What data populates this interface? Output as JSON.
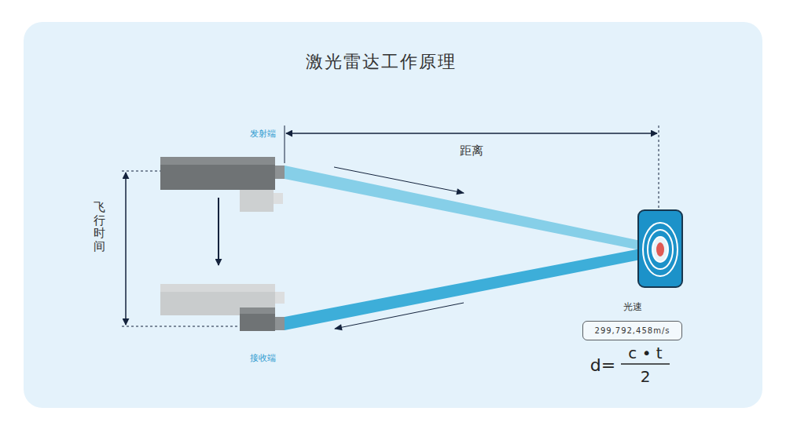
{
  "diagram": {
    "title": "激光雷达工作原理",
    "nodes": [
      {
        "text": [
          "光速",
          "299,792,458m/s"
        ]
      }
    ],
    "labels": [
      "发射端",
      "距离",
      "飞行时间",
      "接收端",
      "d=",
      "c • t",
      "2"
    ]
  }
}
